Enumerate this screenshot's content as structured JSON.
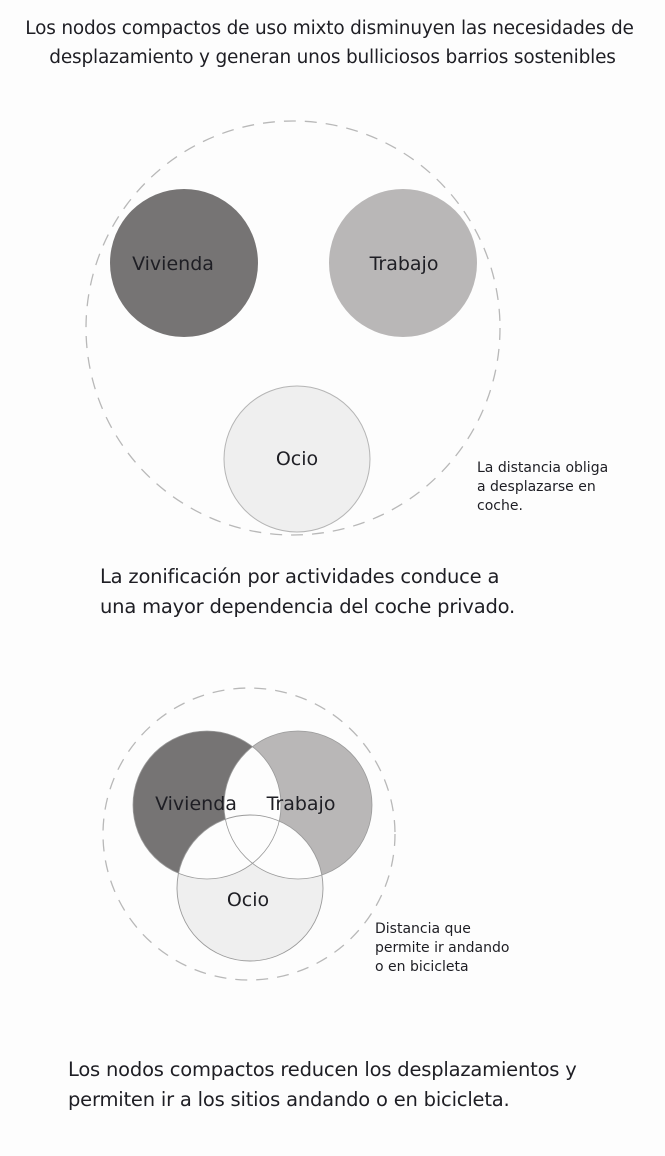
{
  "title": {
    "line1": "Los nodos compactos de uso mixto disminuyen las necesidades de",
    "line2": "desplazamiento y generan unos bulliciosos barrios sostenibles"
  },
  "diagram_zoned": {
    "labels": {
      "housing": "Vivienda",
      "work": "Trabajo",
      "leisure": "Ocio"
    },
    "note": [
      "La distancia obliga",
      "a desplazarse en",
      "coche."
    ],
    "caption": [
      "La zonificación por actividades conduce a",
      "una mayor dependencia del coche privado."
    ]
  },
  "diagram_compact": {
    "labels": {
      "housing": "Vivienda",
      "work": "Trabajo",
      "leisure": "Ocio"
    },
    "note": [
      "Distancia que",
      "permite ir andando",
      "o en bicicleta"
    ],
    "caption": [
      "Los nodos compactos reducen los desplazamientos y",
      "permiten ir a los sitios andando o en bicicleta."
    ]
  },
  "colors": {
    "housing": "#767474",
    "work": "#b9b7b7",
    "leisure": "#efefef",
    "dashed": "#b8b8b8"
  }
}
